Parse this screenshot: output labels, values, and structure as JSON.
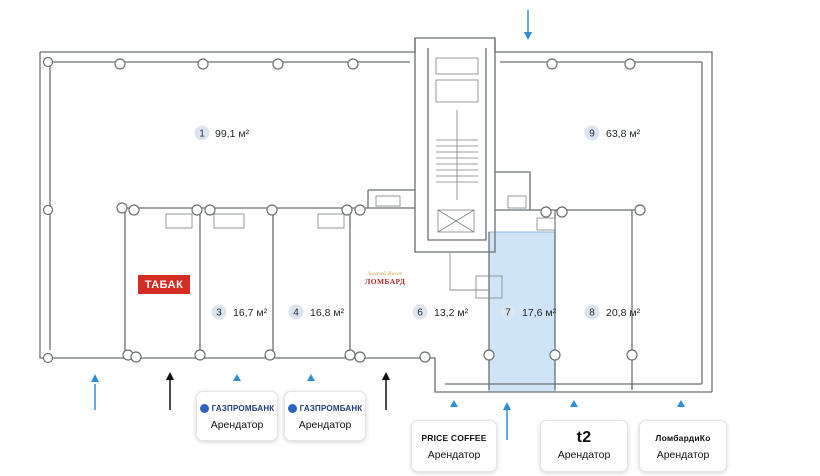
{
  "rooms": [
    {
      "num": "1",
      "area": "99,1 м²"
    },
    {
      "num": "9",
      "area": "63,8 м²"
    },
    {
      "num": "3",
      "area": "16,7 м²"
    },
    {
      "num": "4",
      "area": "16,8 м²"
    },
    {
      "num": "6",
      "area": "13,2 м²"
    },
    {
      "num": "7",
      "area": "17,6 м²"
    },
    {
      "num": "8",
      "area": "20,8 м²"
    }
  ],
  "signs": {
    "tabak": "ТАБАК",
    "lombard_top": "Золотой Жилет",
    "lombard_main": "ЛОМБАРД"
  },
  "tenants": [
    {
      "logo": "ГАЗПРОМБАНК",
      "role": "Арендатор",
      "logo_icon": "gazprombank-logo-icon"
    },
    {
      "logo": "ГАЗПРОМБАНК",
      "role": "Арендатор",
      "logo_icon": "gazprombank-logo-icon"
    },
    {
      "logo": "PRICE COFFEE",
      "role": "Арендатор",
      "logo_icon": "price-coffee-logo-icon"
    },
    {
      "logo": "t2",
      "role": "Арендатор",
      "logo_icon": "t2-logo-icon"
    },
    {
      "logo": "ЛомбардиКо",
      "role": "Арендатор",
      "logo_icon": "lombardiko-logo-icon"
    }
  ],
  "colors": {
    "highlight_room": "#cfe4f6",
    "entrance_arrow": "#2f8fd6",
    "service_arrow": "#111111",
    "tabak_red": "#d42b23",
    "number_badge": "#dbe4ef"
  }
}
